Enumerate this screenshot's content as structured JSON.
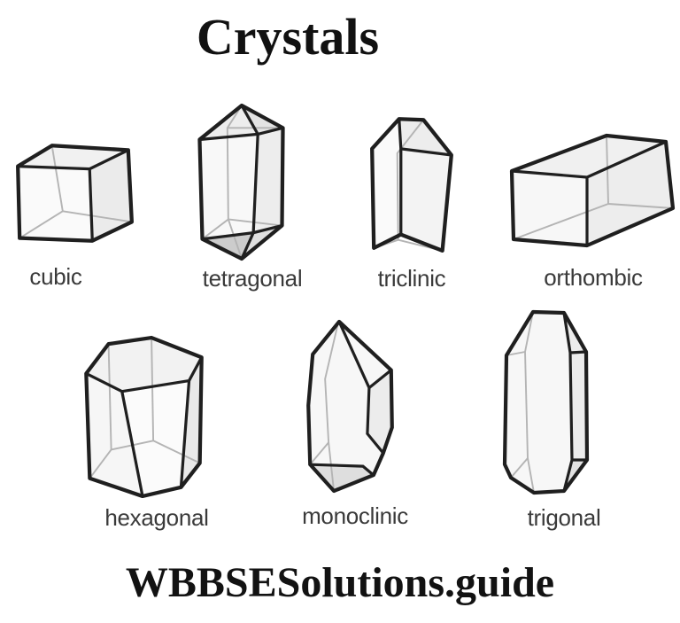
{
  "title": "Crystals",
  "watermark": "WBBSESolutions.guide",
  "figures": [
    {
      "id": "cubic",
      "label": "cubic"
    },
    {
      "id": "tetragonal",
      "label": "tetragonal"
    },
    {
      "id": "triclinic",
      "label": "triclinic"
    },
    {
      "id": "orthombic",
      "label": "orthombic"
    },
    {
      "id": "hexagonal",
      "label": "hexagonal"
    },
    {
      "id": "monoclinic",
      "label": "monoclinic"
    },
    {
      "id": "trigonal",
      "label": "trigonal"
    }
  ],
  "colors": {
    "ink": "#1f1f1f",
    "hidden_edge": "#b4b4b4",
    "face_light": "#f7f7f7",
    "face_shaded": "#d9d9d9",
    "label_text": "#3a3a3a",
    "heading_text": "#111111",
    "background": "#ffffff"
  }
}
